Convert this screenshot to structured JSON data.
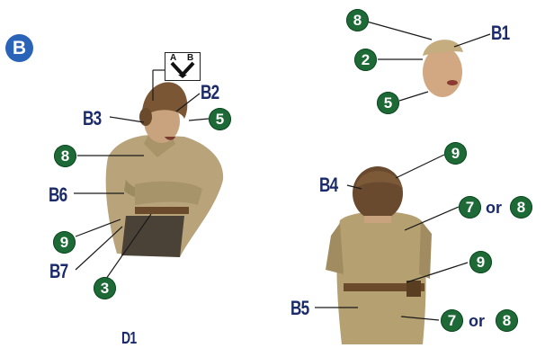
{
  "section": {
    "badge": "B"
  },
  "figure1": {
    "parts": {
      "b2": "B2",
      "b3": "B3",
      "b6": "B6",
      "b7": "B7"
    },
    "ab": {
      "a": "A",
      "b": "B"
    },
    "colors": {
      "n5": "5",
      "n8": "8",
      "n9": "9",
      "n3": "3"
    },
    "caption": "D1"
  },
  "figure2": {
    "parts": {
      "b1": "B1"
    },
    "colors": {
      "n8": "8",
      "n2": "2",
      "n5": "5"
    }
  },
  "figure3": {
    "parts": {
      "b4": "B4",
      "b5": "B5"
    },
    "colors": {
      "n9a": "9",
      "n7a": "7",
      "or1": "or",
      "n8a": "8",
      "n9b": "9",
      "n7b": "7",
      "or2": "or",
      "n8b": "8"
    }
  }
}
